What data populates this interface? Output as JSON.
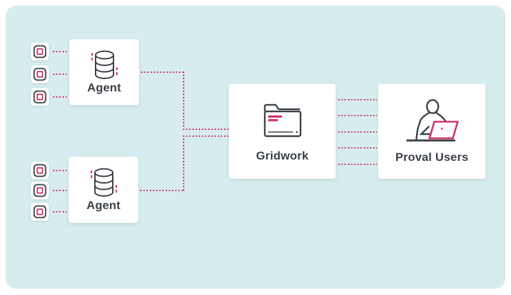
{
  "nodes": {
    "agent_top": {
      "label": "Agent",
      "icon": "database-icon"
    },
    "agent_bottom": {
      "label": "Agent",
      "icon": "database-icon"
    },
    "gridwork": {
      "label": "Gridwork",
      "icon": "folder-icon"
    },
    "proval_users": {
      "label": "Proval Users",
      "icon": "user-laptop-icon"
    }
  },
  "devices": {
    "per_agent_count": 3,
    "icon": "chip-icon"
  },
  "links": [
    {
      "from": "devices-top",
      "to": "agent_top",
      "style": "dotted",
      "lines": 3
    },
    {
      "from": "devices-bottom",
      "to": "agent_bottom",
      "style": "dotted",
      "lines": 3
    },
    {
      "from": "agent_top",
      "to": "gridwork",
      "style": "dotted",
      "lines": 1
    },
    {
      "from": "agent_bottom",
      "to": "gridwork",
      "style": "dotted",
      "lines": 1
    },
    {
      "from": "gridwork",
      "to": "proval_users",
      "style": "dotted",
      "lines": 5
    }
  ],
  "colors": {
    "canvas_background": "#d7ecef",
    "accent_pink": "#d03168",
    "icon_stroke": "#3b4147",
    "card_background": "#ffffff",
    "label_text": "#3a4047"
  }
}
